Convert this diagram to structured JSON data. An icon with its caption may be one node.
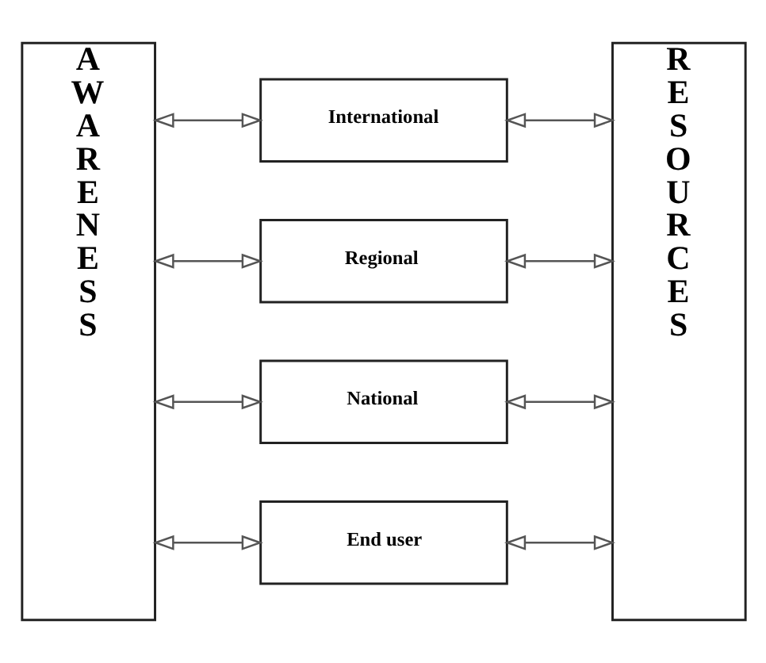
{
  "diagram": {
    "nodes": [
      {
        "text": [
          "A W A R E N E S S"
        ]
      },
      {
        "text": [
          "International"
        ]
      },
      {
        "text": [
          "Regional"
        ]
      },
      {
        "text": [
          "National"
        ]
      },
      {
        "text": [
          "End user"
        ]
      },
      {
        "text": [
          "R E S O U R C E S"
        ]
      }
    ],
    "edges": [
      {
        "from": 0,
        "to": 1,
        "arrow": "both"
      },
      {
        "from": 1,
        "to": 5,
        "arrow": "both"
      },
      {
        "from": 0,
        "to": 2,
        "arrow": "both"
      },
      {
        "from": 2,
        "to": 5,
        "arrow": "both"
      },
      {
        "from": 0,
        "to": 3,
        "arrow": "both"
      },
      {
        "from": 3,
        "to": 5,
        "arrow": "both"
      },
      {
        "from": 0,
        "to": 4,
        "arrow": "both"
      },
      {
        "from": 4,
        "to": 5,
        "arrow": "both"
      }
    ]
  }
}
